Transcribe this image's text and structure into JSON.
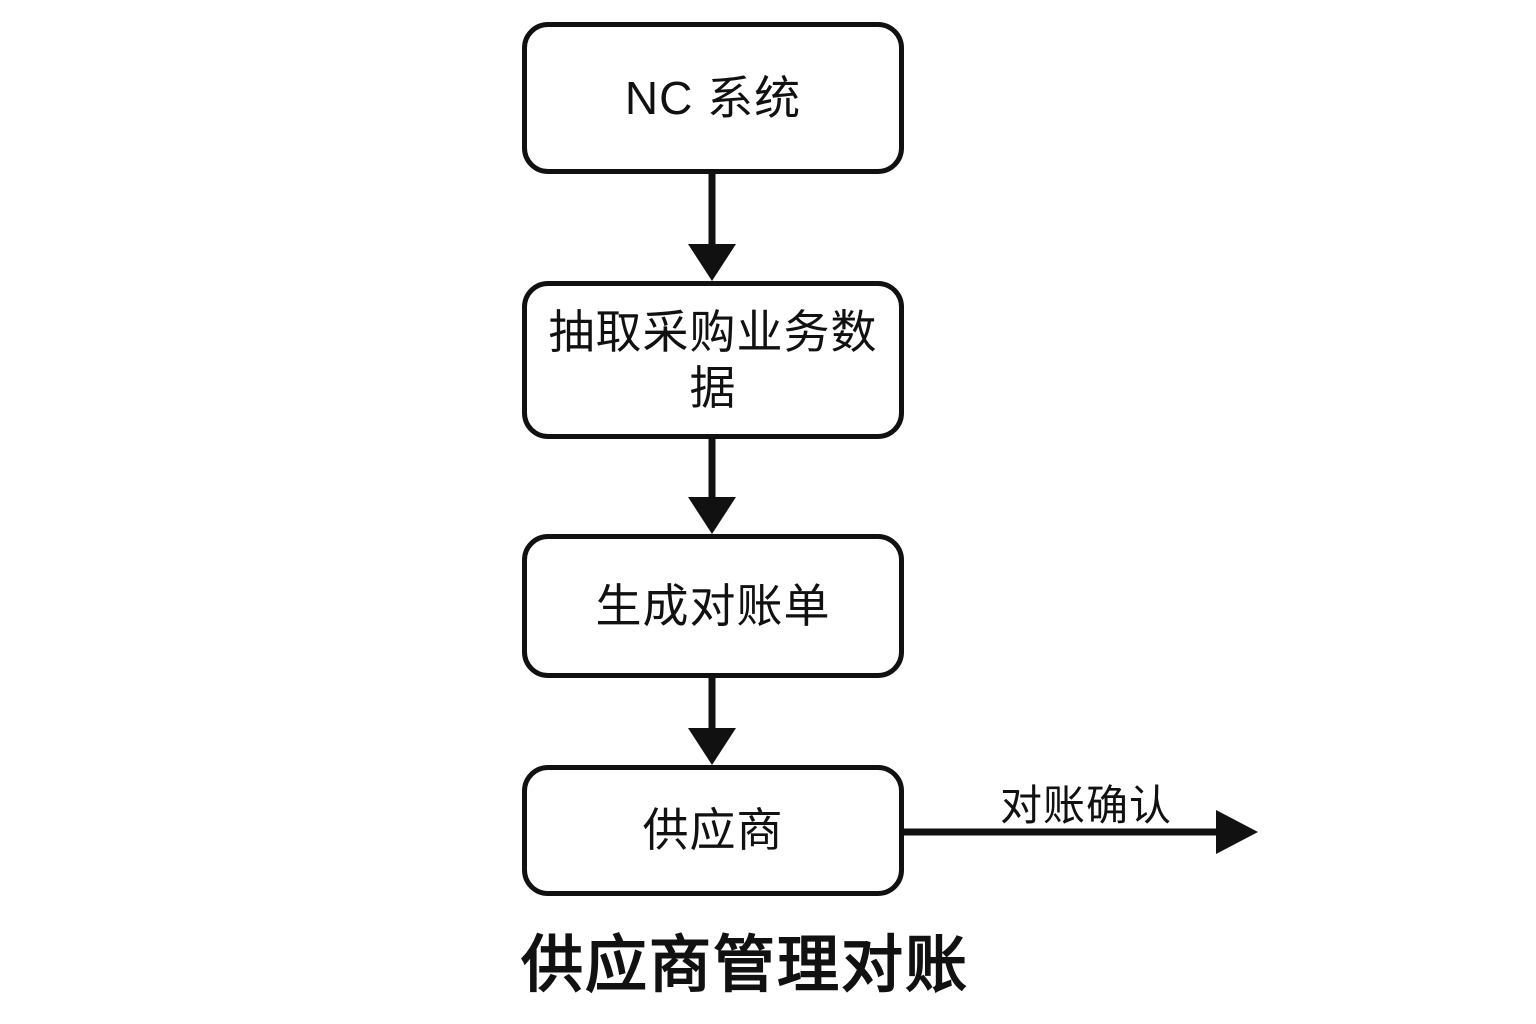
{
  "diagram": {
    "caption": "供应商管理对账",
    "background_color": "#ffffff",
    "stroke_color": "#111111",
    "nodes": [
      {
        "id": "nc-system",
        "label": "NC 系统"
      },
      {
        "id": "extract",
        "label": "抽取采购业务数据"
      },
      {
        "id": "statement",
        "label": "生成对账单"
      },
      {
        "id": "supplier",
        "label": "供应商"
      }
    ],
    "edges": [
      {
        "id": "nc-to-extract",
        "from": "nc-system",
        "to": "extract",
        "label": ""
      },
      {
        "id": "extract-to-statement",
        "from": "extract",
        "to": "statement",
        "label": ""
      },
      {
        "id": "statement-to-supplier",
        "from": "statement",
        "to": "supplier",
        "label": ""
      },
      {
        "id": "supplier-out",
        "from": "supplier",
        "to": "",
        "label": "对账确认"
      }
    ]
  }
}
